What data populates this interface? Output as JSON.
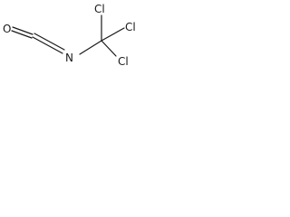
{
  "molecule": {
    "atoms": {
      "oxygen": "O",
      "nitrogen": "N",
      "chlorine_top_left": "Cl",
      "chlorine_top_right": "Cl",
      "chlorine_bottom_right": "Cl"
    },
    "colors": {
      "ink": "#1a1a1a",
      "background": "#ffffff"
    }
  }
}
